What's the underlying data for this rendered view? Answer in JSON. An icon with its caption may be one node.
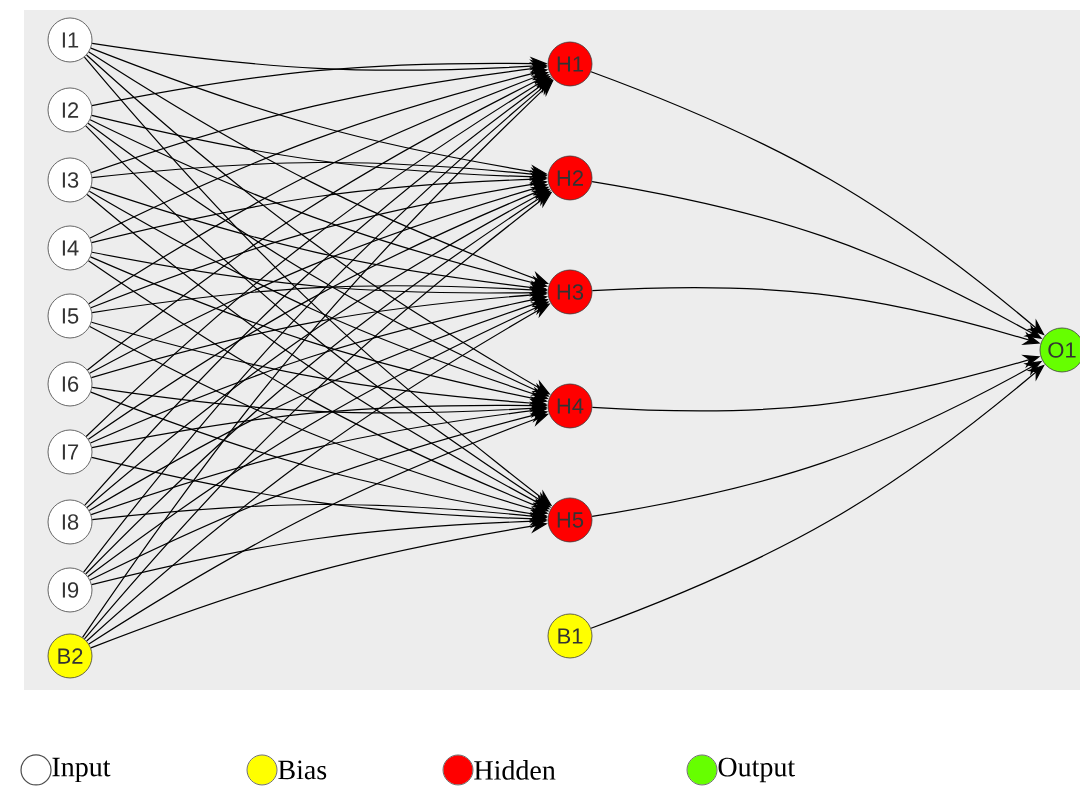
{
  "diagram": {
    "nodes": [
      {
        "text": [
          "I1"
        ]
      },
      {
        "text": [
          "I2"
        ]
      },
      {
        "text": [
          "I3"
        ]
      },
      {
        "text": [
          "I4"
        ]
      },
      {
        "text": [
          "I5"
        ]
      },
      {
        "text": [
          "I6"
        ]
      },
      {
        "text": [
          "I7"
        ]
      },
      {
        "text": [
          "I8"
        ]
      },
      {
        "text": [
          "I9"
        ]
      },
      {
        "text": [
          "B2"
        ]
      },
      {
        "text": [
          "H1"
        ]
      },
      {
        "text": [
          "H2"
        ]
      },
      {
        "text": [
          "H3"
        ]
      },
      {
        "text": [
          "H4"
        ]
      },
      {
        "text": [
          "H5"
        ]
      },
      {
        "text": [
          "B1"
        ]
      },
      {
        "text": [
          "O1"
        ]
      }
    ],
    "edges": [
      {
        "from": 0,
        "to": 10,
        "arrow": "to"
      },
      {
        "from": 0,
        "to": 11,
        "arrow": "to"
      },
      {
        "from": 0,
        "to": 12,
        "arrow": "to"
      },
      {
        "from": 0,
        "to": 13,
        "arrow": "to"
      },
      {
        "from": 0,
        "to": 14,
        "arrow": "to"
      },
      {
        "from": 1,
        "to": 10,
        "arrow": "to"
      },
      {
        "from": 1,
        "to": 11,
        "arrow": "to"
      },
      {
        "from": 1,
        "to": 12,
        "arrow": "to"
      },
      {
        "from": 1,
        "to": 13,
        "arrow": "to"
      },
      {
        "from": 1,
        "to": 14,
        "arrow": "to"
      },
      {
        "from": 2,
        "to": 10,
        "arrow": "to"
      },
      {
        "from": 2,
        "to": 11,
        "arrow": "to"
      },
      {
        "from": 2,
        "to": 12,
        "arrow": "to"
      },
      {
        "from": 2,
        "to": 13,
        "arrow": "to"
      },
      {
        "from": 2,
        "to": 14,
        "arrow": "to"
      },
      {
        "from": 3,
        "to": 10,
        "arrow": "to"
      },
      {
        "from": 3,
        "to": 11,
        "arrow": "to"
      },
      {
        "from": 3,
        "to": 12,
        "arrow": "to"
      },
      {
        "from": 3,
        "to": 13,
        "arrow": "to"
      },
      {
        "from": 3,
        "to": 14,
        "arrow": "to"
      },
      {
        "from": 4,
        "to": 10,
        "arrow": "to"
      },
      {
        "from": 4,
        "to": 11,
        "arrow": "to"
      },
      {
        "from": 4,
        "to": 12,
        "arrow": "to"
      },
      {
        "from": 4,
        "to": 13,
        "arrow": "to"
      },
      {
        "from": 4,
        "to": 14,
        "arrow": "to"
      },
      {
        "from": 5,
        "to": 10,
        "arrow": "to"
      },
      {
        "from": 5,
        "to": 11,
        "arrow": "to"
      },
      {
        "from": 5,
        "to": 12,
        "arrow": "to"
      },
      {
        "from": 5,
        "to": 13,
        "arrow": "to"
      },
      {
        "from": 5,
        "to": 14,
        "arrow": "to"
      },
      {
        "from": 6,
        "to": 10,
        "arrow": "to"
      },
      {
        "from": 6,
        "to": 11,
        "arrow": "to"
      },
      {
        "from": 6,
        "to": 12,
        "arrow": "to"
      },
      {
        "from": 6,
        "to": 13,
        "arrow": "to"
      },
      {
        "from": 6,
        "to": 14,
        "arrow": "to"
      },
      {
        "from": 7,
        "to": 10,
        "arrow": "to"
      },
      {
        "from": 7,
        "to": 11,
        "arrow": "to"
      },
      {
        "from": 7,
        "to": 12,
        "arrow": "to"
      },
      {
        "from": 7,
        "to": 13,
        "arrow": "to"
      },
      {
        "from": 7,
        "to": 14,
        "arrow": "to"
      },
      {
        "from": 8,
        "to": 10,
        "arrow": "to"
      },
      {
        "from": 8,
        "to": 11,
        "arrow": "to"
      },
      {
        "from": 8,
        "to": 12,
        "arrow": "to"
      },
      {
        "from": 8,
        "to": 13,
        "arrow": "to"
      },
      {
        "from": 8,
        "to": 14,
        "arrow": "to"
      },
      {
        "from": 9,
        "to": 10,
        "arrow": "to"
      },
      {
        "from": 9,
        "to": 11,
        "arrow": "to"
      },
      {
        "from": 9,
        "to": 12,
        "arrow": "to"
      },
      {
        "from": 9,
        "to": 13,
        "arrow": "to"
      },
      {
        "from": 9,
        "to": 14,
        "arrow": "to"
      },
      {
        "from": 10,
        "to": 16,
        "arrow": "to"
      },
      {
        "from": 11,
        "to": 16,
        "arrow": "to"
      },
      {
        "from": 12,
        "to": 16,
        "arrow": "to"
      },
      {
        "from": 13,
        "to": 16,
        "arrow": "to"
      },
      {
        "from": 14,
        "to": 16,
        "arrow": "to"
      },
      {
        "from": 15,
        "to": 16,
        "arrow": "to"
      }
    ],
    "legend": [
      {
        "text": "Input"
      },
      {
        "text": "Bias",
        "color": "#ffff00"
      },
      {
        "text": "Hidden",
        "color": "#ff0000"
      },
      {
        "text": "Output",
        "color": "#66ff00"
      }
    ]
  }
}
